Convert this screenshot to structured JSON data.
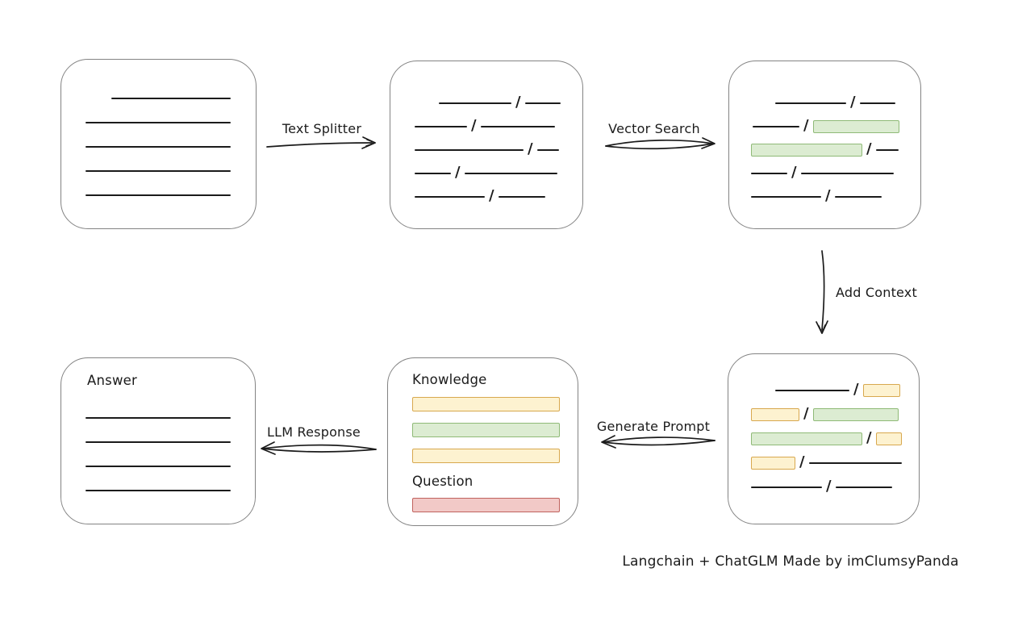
{
  "colors": {
    "ink": "#1b1b1b",
    "box_border": "#838383",
    "green_fill": "#dcecd2",
    "green_border": "#8fba77",
    "yellow_fill": "#fdf2d0",
    "yellow_border": "#d8a84e",
    "red_fill": "#f2c9c7",
    "red_border": "#c0625e"
  },
  "labels": {
    "text_splitter": "Text Splitter",
    "vector_search": "Vector Search",
    "add_context": "Add Context",
    "generate_prompt": "Generate Prompt",
    "llm_response": "LLM Response",
    "caption": "Langchain + ChatGLM Made by imClumsyPanda"
  },
  "document_box": {
    "rows": [
      {
        "indent": 62,
        "segs": [
          {
            "t": "line",
            "w": 148
          }
        ]
      },
      {
        "indent": 30,
        "segs": [
          {
            "t": "line",
            "w": 180
          }
        ]
      },
      {
        "indent": 30,
        "segs": [
          {
            "t": "line",
            "w": 180
          }
        ]
      },
      {
        "indent": 30,
        "segs": [
          {
            "t": "line",
            "w": 180
          }
        ]
      },
      {
        "indent": 30,
        "segs": [
          {
            "t": "line",
            "w": 180
          }
        ]
      }
    ]
  },
  "chunks_box": {
    "rows": [
      {
        "indent": 60,
        "segs": [
          {
            "t": "line",
            "w": 90
          },
          {
            "t": "slash"
          },
          {
            "t": "line",
            "w": 44
          }
        ]
      },
      {
        "indent": 30,
        "segs": [
          {
            "t": "line",
            "w": 65
          },
          {
            "t": "slash"
          },
          {
            "t": "line",
            "w": 92
          }
        ]
      },
      {
        "indent": 30,
        "segs": [
          {
            "t": "line",
            "w": 135
          },
          {
            "t": "slash"
          },
          {
            "t": "line",
            "w": 27
          }
        ]
      },
      {
        "indent": 30,
        "segs": [
          {
            "t": "line",
            "w": 45
          },
          {
            "t": "slash"
          },
          {
            "t": "line",
            "w": 115
          }
        ]
      },
      {
        "indent": 30,
        "segs": [
          {
            "t": "line",
            "w": 87
          },
          {
            "t": "slash"
          },
          {
            "t": "line",
            "w": 58
          }
        ]
      }
    ]
  },
  "vector_box": {
    "rows": [
      {
        "indent": 57,
        "segs": [
          {
            "t": "line",
            "w": 88
          },
          {
            "t": "slash"
          },
          {
            "t": "line",
            "w": 44
          }
        ]
      },
      {
        "indent": 29,
        "segs": [
          {
            "t": "line",
            "w": 58
          },
          {
            "t": "slash"
          },
          {
            "t": "green",
            "w": 107
          }
        ]
      },
      {
        "indent": 27,
        "segs": [
          {
            "t": "green",
            "w": 138
          },
          {
            "t": "slash"
          },
          {
            "t": "line",
            "w": 28
          }
        ]
      },
      {
        "indent": 27,
        "segs": [
          {
            "t": "line",
            "w": 45
          },
          {
            "t": "slash"
          },
          {
            "t": "line",
            "w": 115
          }
        ]
      },
      {
        "indent": 27,
        "segs": [
          {
            "t": "line",
            "w": 87
          },
          {
            "t": "slash"
          },
          {
            "t": "line",
            "w": 58
          }
        ]
      }
    ]
  },
  "context_box": {
    "rows": [
      {
        "indent": 58,
        "segs": [
          {
            "t": "line",
            "w": 92
          },
          {
            "t": "slash"
          },
          {
            "t": "yellow",
            "w": 46
          }
        ]
      },
      {
        "indent": 28,
        "segs": [
          {
            "t": "yellow",
            "w": 60
          },
          {
            "t": "slash"
          },
          {
            "t": "green",
            "w": 106
          }
        ]
      },
      {
        "indent": 28,
        "segs": [
          {
            "t": "green",
            "w": 138
          },
          {
            "t": "slash"
          },
          {
            "t": "yellow",
            "w": 32
          }
        ]
      },
      {
        "indent": 28,
        "segs": [
          {
            "t": "yellow",
            "w": 55
          },
          {
            "t": "slash"
          },
          {
            "t": "line",
            "w": 115
          }
        ]
      },
      {
        "indent": 28,
        "segs": [
          {
            "t": "line",
            "w": 88
          },
          {
            "t": "slash"
          },
          {
            "t": "line",
            "w": 70
          }
        ]
      }
    ]
  },
  "prompt_box": {
    "knowledge_title": "Knowledge",
    "knowledge_bars": [
      "yellow",
      "green",
      "yellow"
    ],
    "question_title": "Question",
    "question_bars": [
      "red"
    ]
  },
  "answer_box": {
    "title": "Answer",
    "rows": [
      {
        "indent": 30,
        "segs": [
          {
            "t": "line",
            "w": 180
          }
        ]
      },
      {
        "indent": 30,
        "segs": [
          {
            "t": "line",
            "w": 180
          }
        ]
      },
      {
        "indent": 30,
        "segs": [
          {
            "t": "line",
            "w": 180
          }
        ]
      },
      {
        "indent": 30,
        "segs": [
          {
            "t": "line",
            "w": 180
          }
        ]
      }
    ]
  }
}
